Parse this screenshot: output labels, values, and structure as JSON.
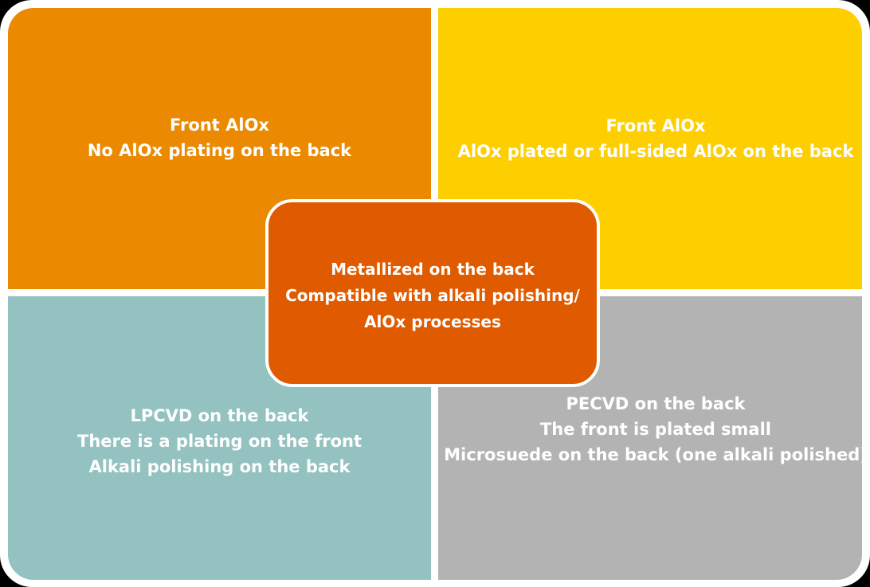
{
  "quadrants": {
    "top_left": {
      "lines": [
        "Front AlOx",
        "No AlOx plating on the back"
      ],
      "color": "#eb8a00"
    },
    "top_right": {
      "lines": [
        "Front AlOx",
        "AlOx plated or full-sided AlOx on the back"
      ],
      "color": "#fecf00"
    },
    "bottom_left": {
      "lines": [
        "LPCVD on the back",
        "There is a plating on the front",
        "Alkali polishing on the back"
      ],
      "color": "#93c2c0"
    },
    "bottom_right": {
      "lines": [
        "PECVD on the back",
        "The front is plated small",
        "Microsuede on the back (one alkali polished)"
      ],
      "color": "#b3b3b3"
    }
  },
  "center": {
    "lines": [
      "Metallized on the back",
      "Compatible with alkali polishing/",
      "AlOx processes"
    ],
    "color": "#e05b00"
  }
}
